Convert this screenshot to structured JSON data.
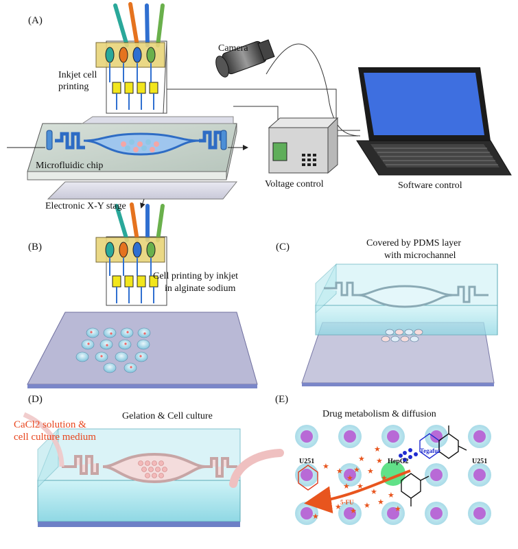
{
  "panels": {
    "a": "(A)",
    "b": "(B)",
    "c": "(C)",
    "d": "(D)",
    "e": "(E)"
  },
  "panel_a": {
    "camera": "Camera",
    "inkjet_line1": "Inkjet cell",
    "inkjet_line2": "printing",
    "chip": "Microfluidic chip",
    "voltage": "Voltage control",
    "software": "Software control",
    "stage": "Electronic X-Y stage"
  },
  "panel_b": {
    "line1": "Cell printing by inkjet",
    "line2": "in alginate sodium"
  },
  "panel_c": {
    "line1": "Covered by PDMS layer",
    "line2": "with microchannel"
  },
  "panel_d": {
    "title": "Gelation & Cell culture",
    "red_line1": "CaCl2 solution  &",
    "red_line2": "cell culture medium"
  },
  "panel_e": {
    "title": "Drug metabolism &  diffusion",
    "u251_left": "U251",
    "u251_right": "U251",
    "hepg2": "HepG2",
    "tegafur": "Tegafur",
    "fu": "5-FU"
  },
  "colors": {
    "ink_teal": "#2aa89a",
    "ink_orange": "#e5731f",
    "ink_blue": "#2f6fd0",
    "ink_green": "#6ab04c",
    "chip_glass": "#9fe0e8",
    "slide": "#b9b9d6",
    "arrow_orange": "#e8551e",
    "cell_purple": "#b86ad6",
    "hep_green": "#3ad96a",
    "tegafur_blue": "#1f2bd1"
  }
}
